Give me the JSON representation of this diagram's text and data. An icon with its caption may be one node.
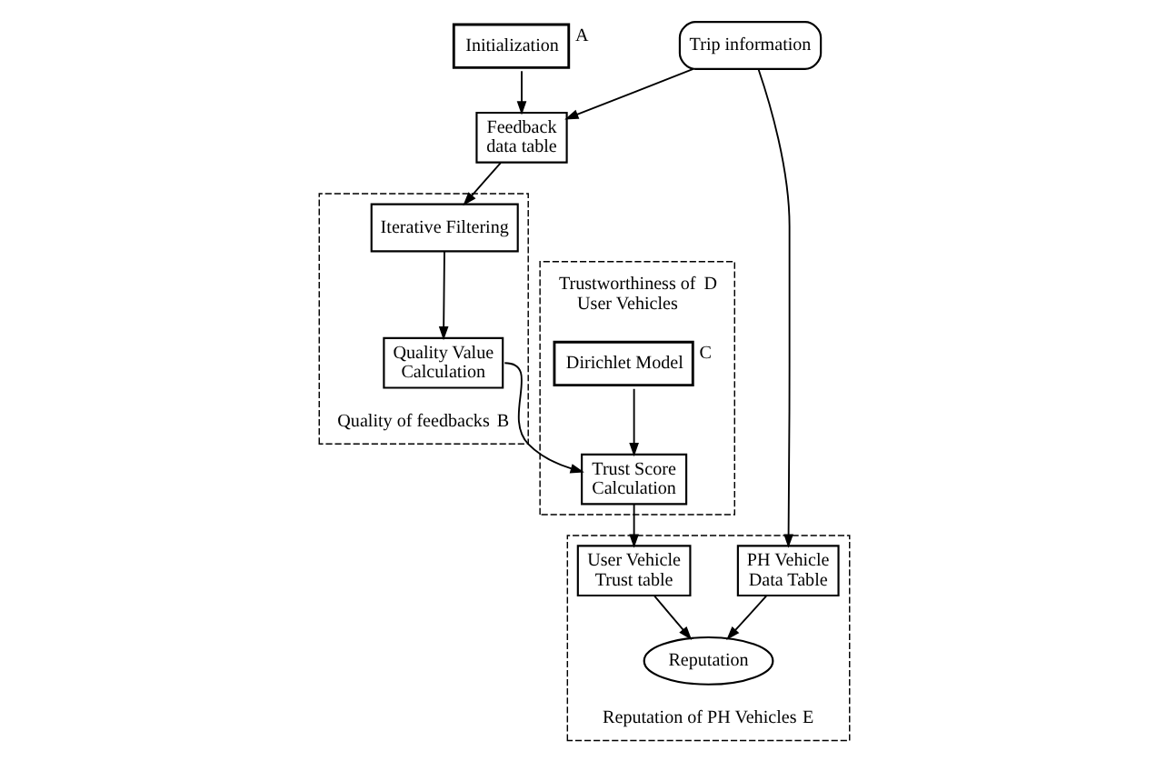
{
  "diagram": {
    "nodes": [
      {
        "text": [
          "Initialization"
        ],
        "beside": [
          "A"
        ]
      },
      {
        "text": [
          "Feedback data table"
        ]
      },
      {
        "text": [
          "Trip information"
        ]
      },
      {
        "text": [
          "Quality of feedbacks"
        ],
        "beside": [
          "B"
        ]
      },
      {
        "text": [
          "Iterative Filtering"
        ],
        "in": 3
      },
      {
        "text": [
          "Quality Value Calculation"
        ],
        "in": 3
      },
      {
        "text": [
          "Trustworthiness of User Vehicles"
        ],
        "beside": [
          "D"
        ]
      },
      {
        "text": [
          "Dirichlet Model"
        ],
        "in": 6,
        "beside": [
          "C"
        ]
      },
      {
        "text": [
          "Trust Score Calculation"
        ],
        "in": 6
      },
      {
        "text": [
          "Reputation of PH Vehicles"
        ],
        "beside": [
          "E"
        ]
      },
      {
        "text": [
          "PH Vehicle Data Table"
        ],
        "in": 9
      },
      {
        "text": [
          "Reputation"
        ],
        "in": 9
      },
      {
        "text": [
          "User Vehicle Trust table"
        ],
        "in": 9
      }
    ],
    "edges": [
      {
        "from": 0,
        "to": 1,
        "arrow": "to"
      },
      {
        "from": 2,
        "to": 1,
        "arrow": "to"
      },
      {
        "from": 1,
        "to": 4,
        "arrow": "to"
      },
      {
        "from": 4,
        "to": 5,
        "arrow": "to"
      },
      {
        "from": 5,
        "to": 8,
        "arrow": "to"
      },
      {
        "from": 7,
        "to": 8,
        "arrow": "to"
      },
      {
        "from": 8,
        "to": 12,
        "arrow": "to"
      },
      {
        "from": 2,
        "to": 10,
        "arrow": "to"
      },
      {
        "from": 10,
        "to": 11,
        "arrow": "to"
      },
      {
        "from": 12,
        "to": 11,
        "arrow": "to"
      }
    ]
  }
}
